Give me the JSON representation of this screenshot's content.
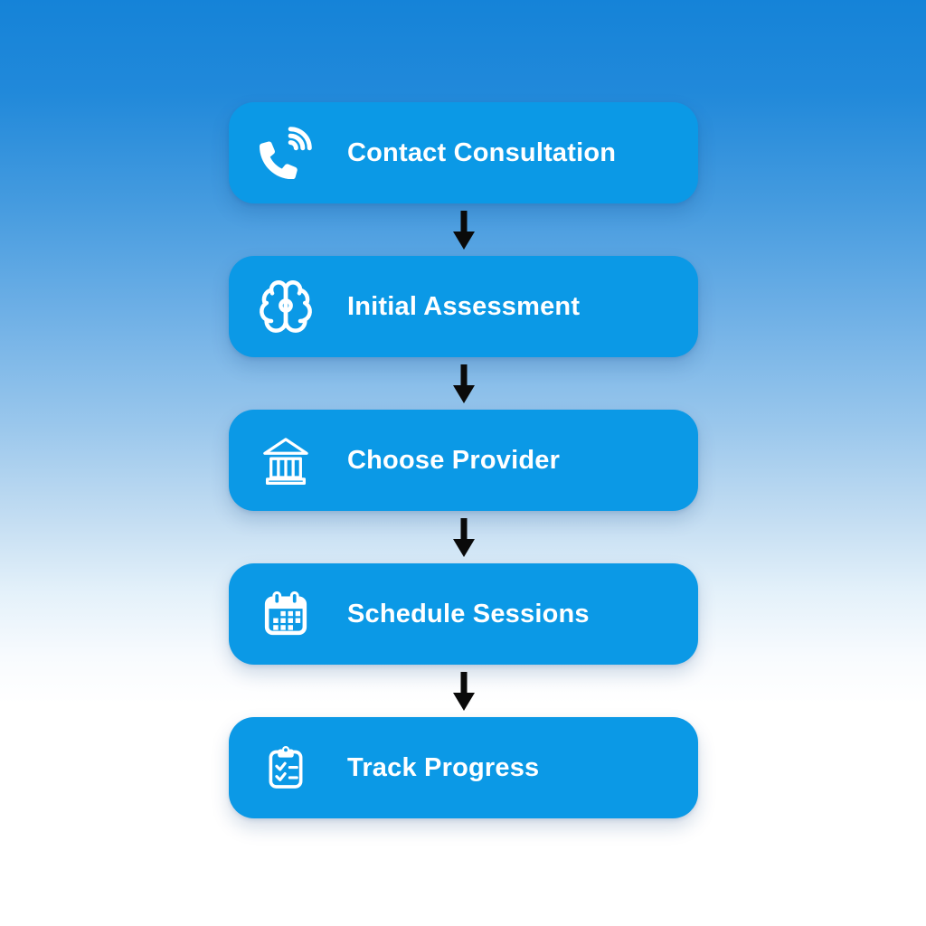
{
  "flowchart": {
    "steps": [
      {
        "label": "Contact Consultation",
        "icon": "phone-volume-icon"
      },
      {
        "label": "Initial Assessment",
        "icon": "brain-icon"
      },
      {
        "label": "Choose Provider",
        "icon": "bank-building-icon"
      },
      {
        "label": "Schedule Sessions",
        "icon": "calendar-icon"
      },
      {
        "label": "Track Progress",
        "icon": "clipboard-checklist-icon"
      }
    ],
    "connector_icon": "down-arrow-icon",
    "colors": {
      "step_background": "#0B99E6",
      "step_text": "#FFFFFF",
      "icon": "#FFFFFF",
      "arrow": "#0A0A0A",
      "background_gradient_top": "#1583D8",
      "background_gradient_bottom": "#FFFFFF"
    }
  }
}
